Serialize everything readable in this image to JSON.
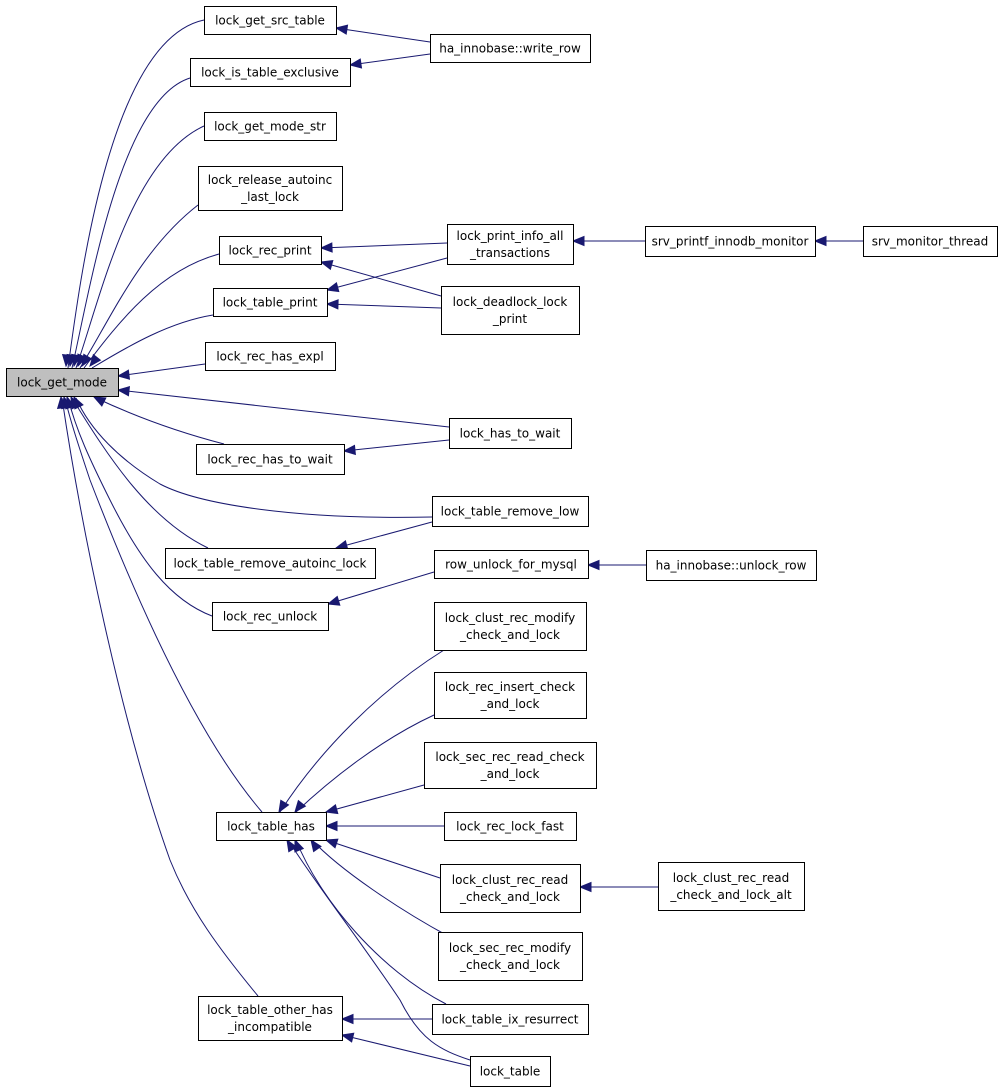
{
  "graph": {
    "nodes": [
      {
        "id": "n0",
        "lines": [
          "lock_get_mode"
        ],
        "root": true
      },
      {
        "id": "n1",
        "lines": [
          "lock_get_src_table"
        ]
      },
      {
        "id": "n2",
        "lines": [
          "lock_is_table_exclusive"
        ]
      },
      {
        "id": "n3",
        "lines": [
          "lock_get_mode_str"
        ]
      },
      {
        "id": "n4",
        "lines": [
          "lock_release_autoinc",
          "_last_lock"
        ]
      },
      {
        "id": "n5",
        "lines": [
          "lock_rec_print"
        ]
      },
      {
        "id": "n6",
        "lines": [
          "lock_table_print"
        ]
      },
      {
        "id": "n7",
        "lines": [
          "lock_rec_has_expl"
        ]
      },
      {
        "id": "n8",
        "lines": [
          "lock_rec_has_to_wait"
        ]
      },
      {
        "id": "n9",
        "lines": [
          "lock_table_remove_autoinc_lock"
        ]
      },
      {
        "id": "n10",
        "lines": [
          "lock_rec_unlock"
        ]
      },
      {
        "id": "n11",
        "lines": [
          "lock_table_has"
        ]
      },
      {
        "id": "n12",
        "lines": [
          "lock_table_other_has",
          "_incompatible"
        ]
      },
      {
        "id": "n13",
        "lines": [
          "ha_innobase::write_row"
        ]
      },
      {
        "id": "n14",
        "lines": [
          "lock_print_info_all",
          "_transactions"
        ]
      },
      {
        "id": "n15",
        "lines": [
          "lock_deadlock_lock",
          "_print"
        ]
      },
      {
        "id": "n16",
        "lines": [
          "lock_has_to_wait"
        ]
      },
      {
        "id": "n17",
        "lines": [
          "lock_table_remove_low"
        ]
      },
      {
        "id": "n18",
        "lines": [
          "row_unlock_for_mysql"
        ]
      },
      {
        "id": "n19",
        "lines": [
          "lock_clust_rec_modify",
          "_check_and_lock"
        ]
      },
      {
        "id": "n20",
        "lines": [
          "lock_rec_insert_check",
          "_and_lock"
        ]
      },
      {
        "id": "n21",
        "lines": [
          "lock_sec_rec_read_check",
          "_and_lock"
        ]
      },
      {
        "id": "n22",
        "lines": [
          "lock_rec_lock_fast"
        ]
      },
      {
        "id": "n23",
        "lines": [
          "lock_clust_rec_read",
          "_check_and_lock"
        ]
      },
      {
        "id": "n24",
        "lines": [
          "lock_sec_rec_modify",
          "_check_and_lock"
        ]
      },
      {
        "id": "n25",
        "lines": [
          "lock_table_ix_resurrect"
        ]
      },
      {
        "id": "n26",
        "lines": [
          "lock_table"
        ]
      },
      {
        "id": "n27",
        "lines": [
          "srv_printf_innodb_monitor"
        ]
      },
      {
        "id": "n28",
        "lines": [
          "ha_innobase::unlock_row"
        ]
      },
      {
        "id": "n29",
        "lines": [
          "lock_clust_rec_read",
          "_check_and_lock_alt"
        ]
      },
      {
        "id": "n30",
        "lines": [
          "srv_monitor_thread"
        ]
      }
    ],
    "edges": [
      {
        "from": "n1",
        "to": "n0"
      },
      {
        "from": "n2",
        "to": "n0"
      },
      {
        "from": "n3",
        "to": "n0"
      },
      {
        "from": "n4",
        "to": "n0"
      },
      {
        "from": "n5",
        "to": "n0"
      },
      {
        "from": "n6",
        "to": "n0"
      },
      {
        "from": "n7",
        "to": "n0"
      },
      {
        "from": "n16",
        "to": "n0"
      },
      {
        "from": "n8",
        "to": "n0"
      },
      {
        "from": "n17",
        "to": "n0"
      },
      {
        "from": "n9",
        "to": "n0"
      },
      {
        "from": "n10",
        "to": "n0"
      },
      {
        "from": "n11",
        "to": "n0"
      },
      {
        "from": "n12",
        "to": "n0"
      },
      {
        "from": "n13",
        "to": "n1"
      },
      {
        "from": "n13",
        "to": "n2"
      },
      {
        "from": "n14",
        "to": "n5"
      },
      {
        "from": "n15",
        "to": "n5"
      },
      {
        "from": "n14",
        "to": "n6"
      },
      {
        "from": "n15",
        "to": "n6"
      },
      {
        "from": "n16",
        "to": "n8"
      },
      {
        "from": "n17",
        "to": "n9"
      },
      {
        "from": "n18",
        "to": "n10"
      },
      {
        "from": "n19",
        "to": "n11"
      },
      {
        "from": "n20",
        "to": "n11"
      },
      {
        "from": "n21",
        "to": "n11"
      },
      {
        "from": "n22",
        "to": "n11"
      },
      {
        "from": "n23",
        "to": "n11"
      },
      {
        "from": "n24",
        "to": "n11"
      },
      {
        "from": "n25",
        "to": "n11"
      },
      {
        "from": "n26",
        "to": "n11"
      },
      {
        "from": "n25",
        "to": "n12"
      },
      {
        "from": "n26",
        "to": "n12"
      },
      {
        "from": "n27",
        "to": "n14"
      },
      {
        "from": "n28",
        "to": "n18"
      },
      {
        "from": "n29",
        "to": "n23"
      },
      {
        "from": "n30",
        "to": "n27"
      }
    ]
  }
}
